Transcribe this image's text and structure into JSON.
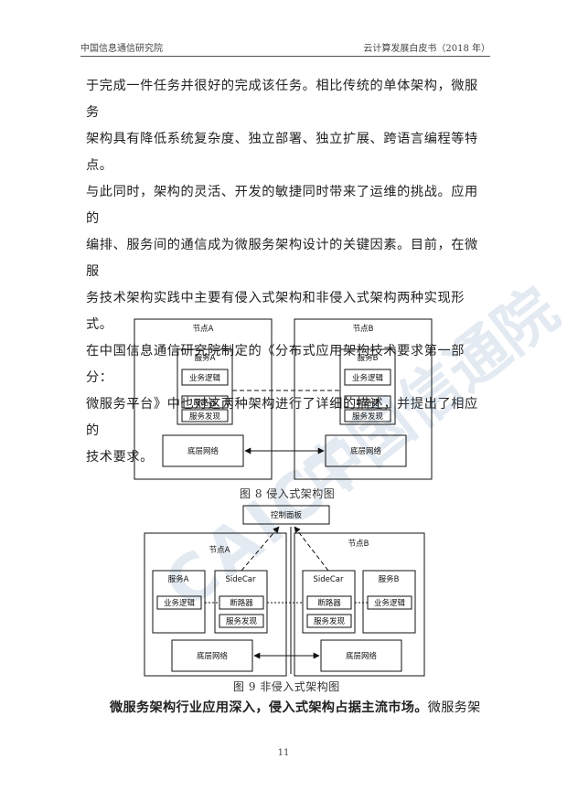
{
  "header": {
    "left": "中国信息通信研究院",
    "right": "云计算发展白皮书（2018 年）"
  },
  "paragraph_lines": [
    "于完成一件任务并很好的完成该任务。相比传统的单体架构，微服务",
    "架构具有降低系统复杂度、独立部署、独立扩展、跨语言编程等特点。",
    "与此同时，架构的灵活、开发的敏捷同时带来了运维的挑战。应用的",
    "编排、服务间的通信成为微服务架构设计的关键因素。目前，在微服",
    "务技术架构实践中主要有侵入式架构和非侵入式架构两种实现形式。",
    "在中国信息通信研究院制定的《分布式应用架构技术要求第一部分：",
    "微服务平台》中也对这两种架构进行了详细的描述，并提出了相应的",
    "技术要求。"
  ],
  "figure8": {
    "node_a": "节点A",
    "node_b": "节点B",
    "service_a": "服务A",
    "service_b": "服务B",
    "business_logic": "业务逻辑",
    "circuit_breaker": "断路器",
    "service_discovery": "服务发现",
    "network": "底层网络",
    "caption": "图 8 侵入式架构图"
  },
  "figure9": {
    "control_panel": "控制面板",
    "node_a": "节点A",
    "node_b": "节点B",
    "service_a": "服务A",
    "service_b": "服务B",
    "sidecar": "SideCar",
    "business_logic": "业务逻辑",
    "circuit_breaker": "断路器",
    "service_discovery": "服务发现",
    "network": "底层网络",
    "caption": "图 9 非侵入式架构图"
  },
  "last_line": {
    "bold": "微服务架构行业应用深入，侵入式架构占据主流市场。",
    "normal": "微服务架"
  },
  "page_number": "11",
  "watermark": "CAICT 中国信通院"
}
